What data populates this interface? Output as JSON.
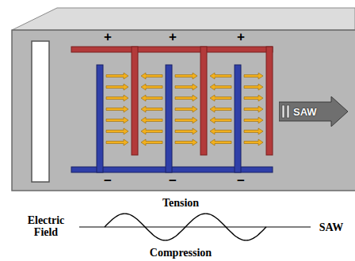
{
  "diagram": {
    "nodes": [
      {
        "text": [
          "SAW"
        ]
      }
    ],
    "labels": [
      "+",
      "+",
      "+",
      "−",
      "−",
      "−",
      "Tension",
      "Electric Field",
      "SAW",
      "Compression"
    ]
  }
}
